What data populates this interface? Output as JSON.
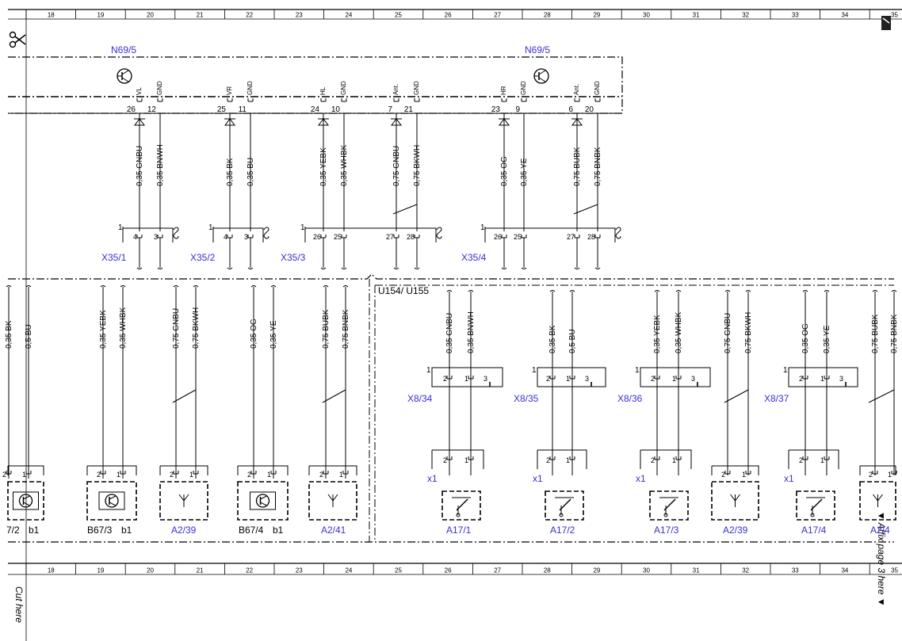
{
  "ruler": {
    "numbers": [
      "18",
      "19",
      "20",
      "21",
      "22",
      "23",
      "24",
      "25",
      "26",
      "27",
      "28",
      "29",
      "30",
      "31",
      "32",
      "33",
      "34",
      "35"
    ]
  },
  "side_labels": {
    "cut_here": "Cut here",
    "affix_page": "▼ Affix page 3 here ▼"
  },
  "top": {
    "module_left": "N69/5",
    "module_right": "N69/5",
    "pins": [
      {
        "label": "VL",
        "num": "26",
        "wire": "0,35 GNBU"
      },
      {
        "label": "GND",
        "num": "12",
        "wire": "0,35 BNWH"
      },
      {
        "label": "VR",
        "num": "25",
        "wire": "0,35 BK"
      },
      {
        "label": "GND",
        "num": "11",
        "wire": "0,35 BU"
      },
      {
        "label": "HL",
        "num": "24",
        "wire": "0,35 YEBK"
      },
      {
        "label": "GND",
        "num": "10",
        "wire": "0,35 WHBK"
      },
      {
        "label": "Ant.",
        "num": "7",
        "wire": "0,75 GNBU"
      },
      {
        "label": "GND",
        "num": "21",
        "wire": "0,75 BKWH"
      },
      {
        "label": "HR",
        "num": "23",
        "wire": "0,35 OG"
      },
      {
        "label": "GND",
        "num": "9",
        "wire": "0,35 YE"
      },
      {
        "label": "Ant.",
        "num": "6",
        "wire": "0,75 BUBK"
      },
      {
        "label": "GND",
        "num": "20",
        "wire": "0,75 BNBK"
      }
    ],
    "connectors": [
      {
        "name": "X35/1",
        "one": "1",
        "pins": [
          "4",
          "3"
        ]
      },
      {
        "name": "X35/2",
        "one": "1",
        "pins": [
          "4",
          "3"
        ]
      },
      {
        "name": "X35/3",
        "one": "1",
        "pins": [
          "26",
          "25",
          "27",
          "28"
        ]
      },
      {
        "name": "X35/4",
        "one": "1",
        "pins": [
          "26",
          "25",
          "27",
          "28"
        ]
      }
    ]
  },
  "bottom": {
    "variant": "U154/ U155",
    "left_wires": [
      "0,35 BK",
      "0,5 BU",
      "0,35 YEBK",
      "0,35 WHBK",
      "0,75 GNBU",
      "0,75 BKWH",
      "0,35 OG",
      "0,35 YE",
      "0,75 BUBK",
      "0,75 BNBK"
    ],
    "right_wires": [
      "0,35 GNBU",
      "0,35 BNWH",
      "0,35 BK",
      "0,5 BU",
      "0,35 YEBK",
      "0,35 WHBK",
      "0,75 GNBU",
      "0,75 BKWH",
      "0,35 OG",
      "0,35 YE",
      "0,75 BUBK",
      "0,75 BNBK"
    ],
    "x8_connectors": [
      {
        "name": "X8/34",
        "one": "1",
        "pins": [
          "2",
          "1",
          "3"
        ]
      },
      {
        "name": "X8/35",
        "one": "1",
        "pins": [
          "2",
          "1",
          "3"
        ]
      },
      {
        "name": "X8/36",
        "one": "1",
        "pins": [
          "2",
          "1",
          "3"
        ]
      },
      {
        "name": "X8/37",
        "one": "1",
        "pins": [
          "2",
          "1",
          "3"
        ]
      }
    ],
    "x1_label": "x1",
    "components": [
      {
        "name": "7/2",
        "suffix": "b1",
        "type": "sensor"
      },
      {
        "name": "B67/3",
        "suffix": "b1",
        "type": "sensor"
      },
      {
        "name": "A2/39",
        "suffix": "",
        "type": "antenna"
      },
      {
        "name": "B67/4",
        "suffix": "b1",
        "type": "sensor"
      },
      {
        "name": "A2/41",
        "suffix": "",
        "type": "antenna"
      },
      {
        "name": "A17/1",
        "suffix": "",
        "type": "switch"
      },
      {
        "name": "A17/2",
        "suffix": "",
        "type": "switch"
      },
      {
        "name": "A17/3",
        "suffix": "",
        "type": "switch"
      },
      {
        "name": "A2/39",
        "suffix": "",
        "type": "antenna"
      },
      {
        "name": "A17/4",
        "suffix": "",
        "type": "switch"
      },
      {
        "name": "A2/4",
        "suffix": "",
        "type": "antenna"
      }
    ],
    "pin_labels": {
      "two": "2",
      "one": "1"
    }
  }
}
